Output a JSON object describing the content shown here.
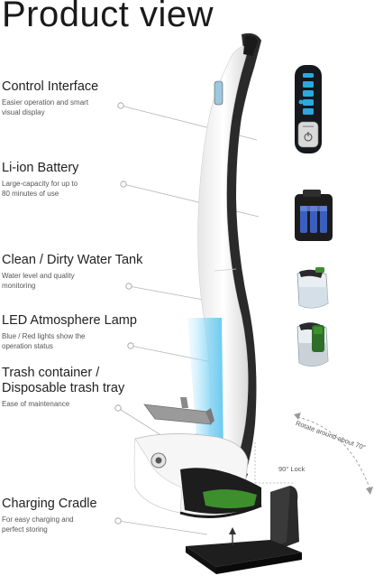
{
  "title": "Product view",
  "features": [
    {
      "heading": "Control Interface",
      "desc_lines": [
        "Easier operation and smart",
        "visual display"
      ]
    },
    {
      "heading": "Li-ion Battery",
      "desc_lines": [
        "Large-capacity for up to",
        "80 minutes of use"
      ]
    },
    {
      "heading": "Clean / Dirty Water Tank",
      "desc_lines": [
        "Water level and quality",
        "monitoring"
      ]
    },
    {
      "heading": "LED Atmosphere Lamp",
      "desc_lines": [
        "Blue / Red lights show the",
        "operation status"
      ]
    },
    {
      "heading_lines": [
        "Trash container /",
        "Disposable trash tray"
      ],
      "desc_lines": [
        "Ease of maintenance"
      ]
    },
    {
      "heading": "Charging Cradle",
      "desc_lines": [
        "For easy charging and",
        "perfect storing"
      ]
    }
  ],
  "annotations": {
    "rotate": "Rotate around about 70°",
    "lock": "90° Lock"
  },
  "colors": {
    "body_white": "#f4f4f4",
    "body_dark": "#2a2a2a",
    "led_blue": "#7fd3f5",
    "accent_green": "#3d8f2e",
    "panel_black": "#15181c",
    "panel_blue": "#2aa8e0"
  }
}
